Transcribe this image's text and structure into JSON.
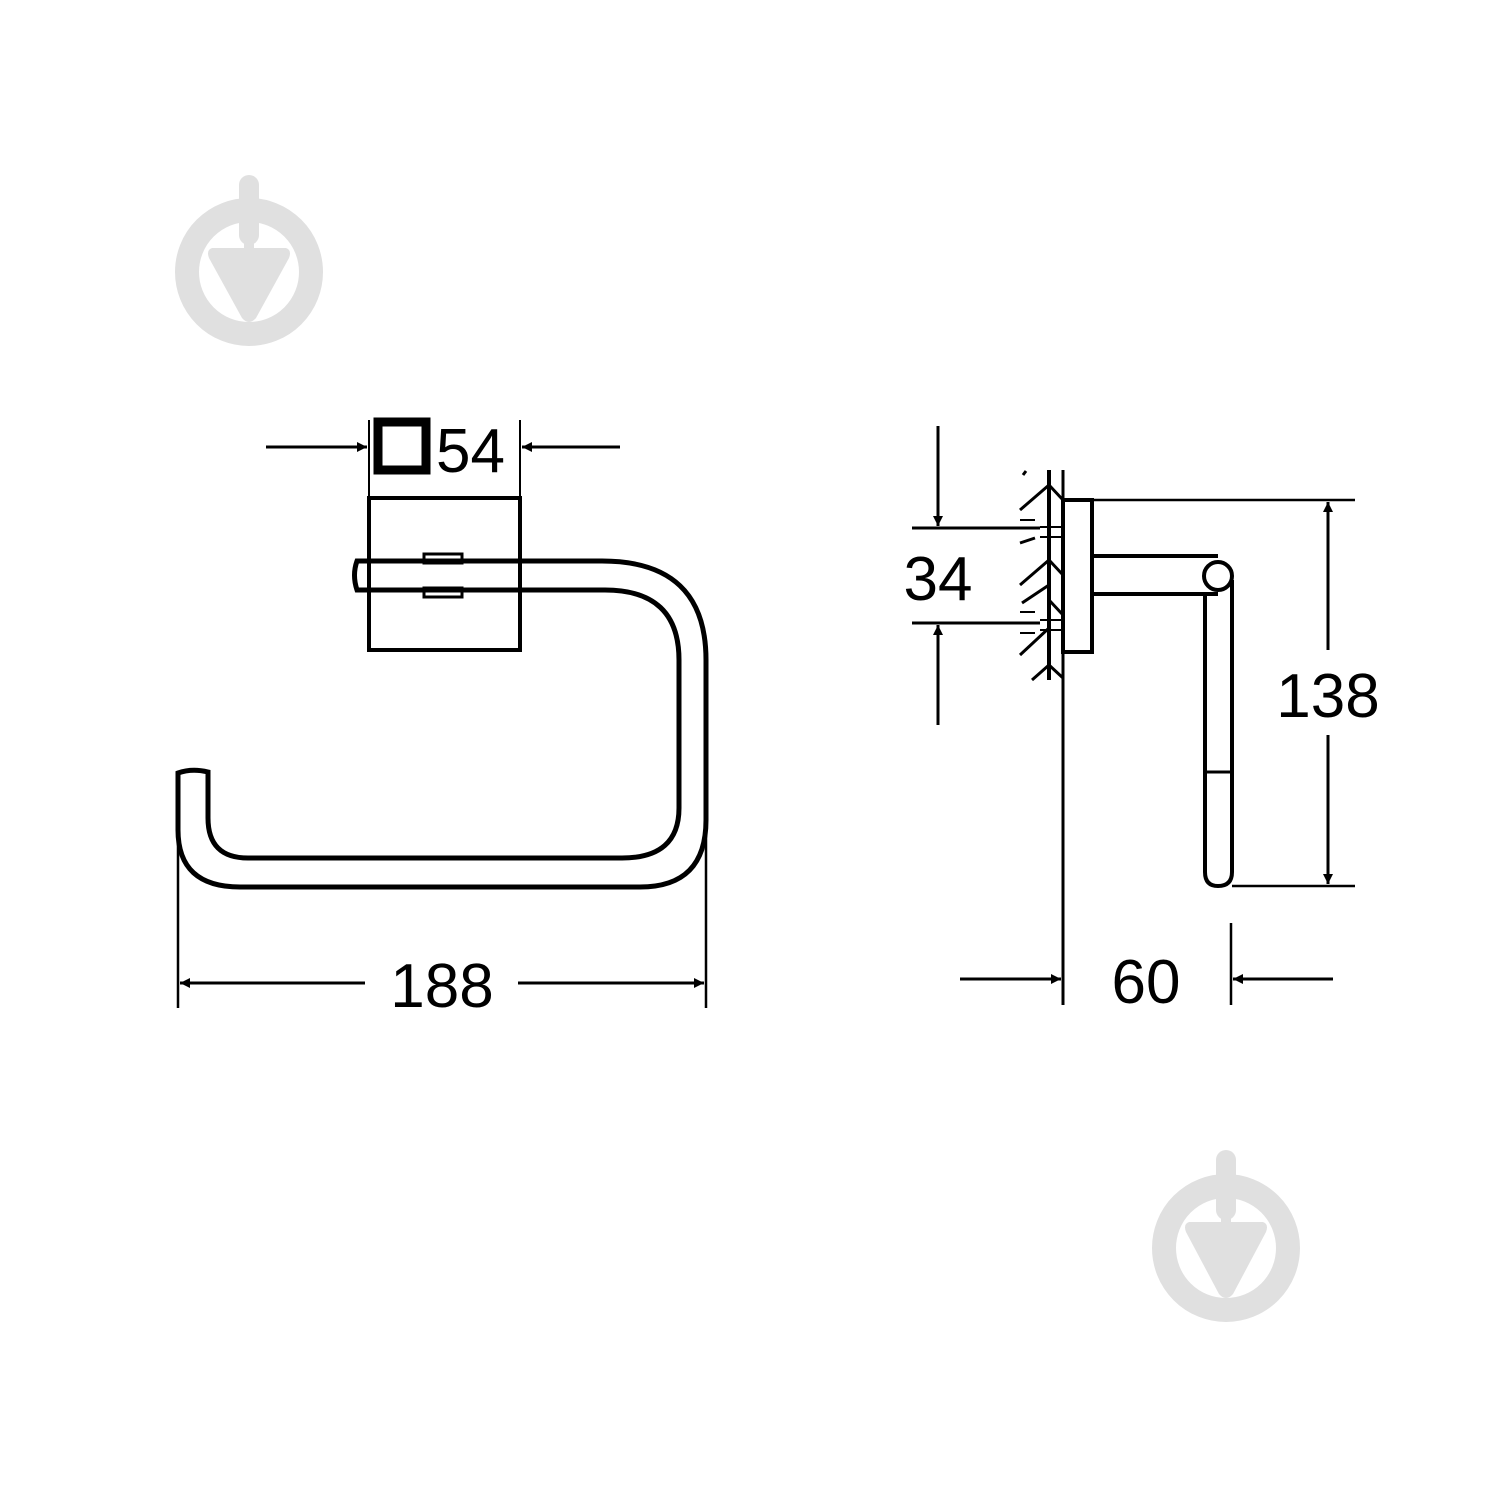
{
  "drawing": {
    "type": "technical dimension drawing",
    "subject": "towel / toilet paper ring holder",
    "front_view": {
      "rosette_dimension": {
        "symbol": "square",
        "value": "54"
      },
      "width_dimension": {
        "value": "188"
      }
    },
    "side_view": {
      "mounting_dimension": {
        "value": "34"
      },
      "height_dimension": {
        "value": "138"
      },
      "projection_dimension": {
        "value": "60"
      }
    },
    "watermarks": [
      {
        "icon": "trowel-logo-icon",
        "position": "top-left",
        "color": "#e0e0e0"
      },
      {
        "icon": "trowel-logo-icon",
        "position": "bottom-right",
        "color": "#e0e0e0"
      }
    ],
    "line_color": "#000000",
    "background_color": "#ffffff"
  }
}
